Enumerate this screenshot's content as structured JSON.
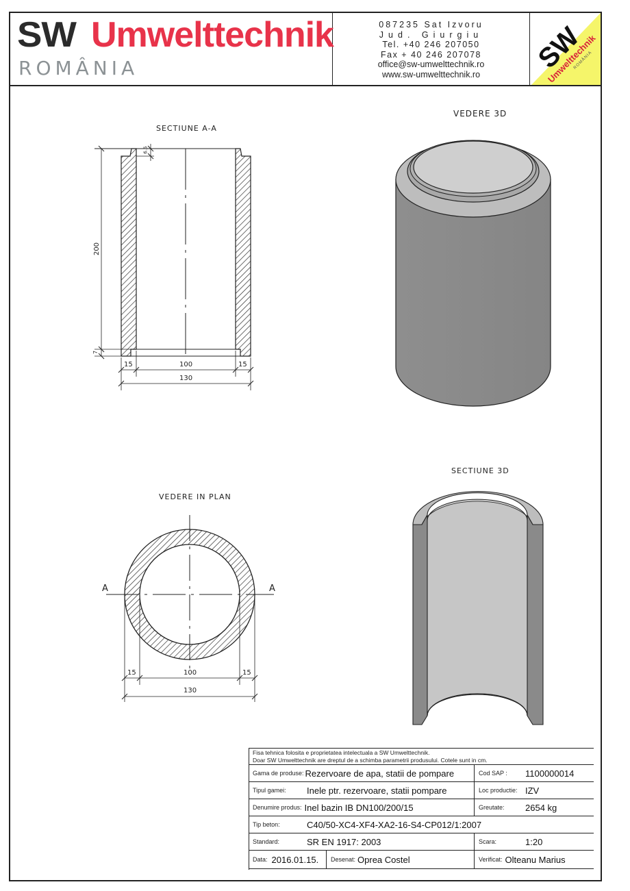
{
  "header": {
    "brand": {
      "sw": "SW",
      "name": "Umwelttechnik",
      "country": "ROMÂNIA"
    },
    "contact": {
      "address": "087235 Sat Izvoru",
      "county": "Jud. Giurgiu",
      "tel": "Tel. +40 246 207050",
      "fax": "Fax + 40 246 207078",
      "email": "office@sw-umwelttechnik.ro",
      "web": "www.sw-umwelttechnik.ro"
    },
    "logo": {
      "sw": "SW",
      "name": "Umwelttechnik",
      "country": "ROMÂNIA",
      "colors": {
        "yellow": "#f5f56a",
        "red": "#d8233a",
        "black": "#111111"
      }
    }
  },
  "views": {
    "section_aa": {
      "title": "SECTIUNE   A-A",
      "dims": {
        "height": "200",
        "top_step": "6.5",
        "bottom_step": "7",
        "wall_left": "15",
        "inner": "100",
        "wall_right": "15",
        "outer": "130"
      }
    },
    "view_3d": {
      "title": "VEDERE 3D"
    },
    "plan_view": {
      "title": "VEDERE IN PLAN",
      "section_marks": {
        "left": "A",
        "right": "A"
      },
      "dims": {
        "wall_left": "15",
        "inner": "100",
        "wall_right": "15",
        "outer": "130"
      }
    },
    "section_3d": {
      "title": "SECTIUNE 3D"
    }
  },
  "title_block": {
    "note_line1": "Fisa tehnica folosita e proprietatea intelectuala a SW Umwelttechnik.",
    "note_line2": "Doar SW Umwelttechnik are dreptul de a schimba parametrii produsului. Cotele sunt in cm.",
    "gama_label": "Gama de produse:",
    "gama_value": "Rezervoare de apa, statii de pompare",
    "sap_label": "Cod SAP :",
    "sap_value": "1100000014",
    "tip_label": "Tipul gamei:",
    "tip_value": "Inele ptr. rezervoare, statii pompare",
    "loc_label": "Loc productie:",
    "loc_value": "IZV",
    "den_label": "Denumire produs:",
    "den_value": "Inel bazin IB DN100/200/15",
    "greutate_label": "Greutate:",
    "greutate_value": "2654 kg",
    "beton_label": "Tip beton:",
    "beton_value": "C40/50-XC4-XF4-XA2-16-S4-CP012/1:2007",
    "standard_label": "Standard:",
    "standard_value": "SR EN 1917: 2003",
    "scara_label": "Scara:",
    "scara_value": "1:20",
    "data_label": "Data:",
    "data_value": "2016.01.15.",
    "desenat_label": "Desenat:",
    "desenat_value": "Oprea Costel",
    "verificat_label": "Verificat:",
    "verificat_value": "Olteanu Marius"
  },
  "colors": {
    "brand_red": "#e8334a",
    "brand_dark": "#2b2b2b",
    "brand_grey": "#8c9295",
    "concrete_dark": "#8a8a8a",
    "concrete_light": "#c8c8c8",
    "line": "#222222"
  }
}
